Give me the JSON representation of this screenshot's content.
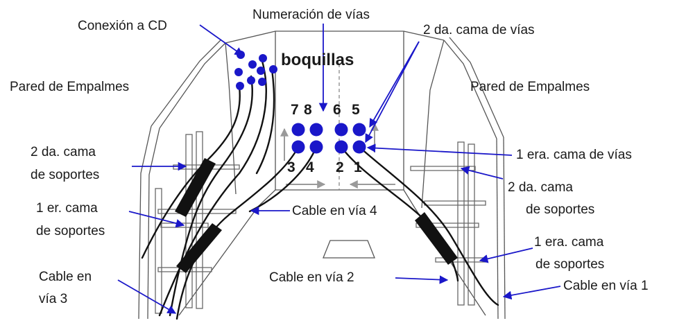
{
  "diagram": {
    "labels": {
      "numeracion": "Numeración de vías",
      "conexion": "Conexión a CD",
      "segunda_cama_vias": "2 da. cama de vías",
      "boquillas": "boquillas",
      "pared_izq": "Pared de Empalmes",
      "pared_der": "Pared de Empalmes",
      "segunda_cama_soportes_izq_1": "2 da. cama",
      "segunda_cama_soportes_izq_2": "de soportes",
      "primera_cama_vias": "1 era. cama de vías",
      "segunda_cama_soportes_der_1": "2 da. cama",
      "segunda_cama_soportes_der_2": "de soportes",
      "primera_cama_soportes_izq_1": "1 er. cama",
      "primera_cama_soportes_izq_2": "de soportes",
      "cable_via_4": "Cable en vía 4",
      "primera_cama_soportes_der_1": "1 era. cama",
      "primera_cama_soportes_der_2": "de soportes",
      "cable_via_3_1": "Cable en",
      "cable_via_3_2": "vía 3",
      "cable_via_2": "Cable en vía 2",
      "cable_via_1": "Cable en vía 1"
    },
    "duct_numbers": {
      "n7": "7",
      "n8": "8",
      "n6": "6",
      "n5": "5",
      "n3": "3",
      "n4": "4",
      "n2": "2",
      "n1": "1"
    },
    "colors": {
      "duct": "#1a17c9",
      "arrow": "#1a17c9",
      "outline": "#555555",
      "cable": "#111111",
      "guide_arrow": "#9a9a9a"
    }
  }
}
